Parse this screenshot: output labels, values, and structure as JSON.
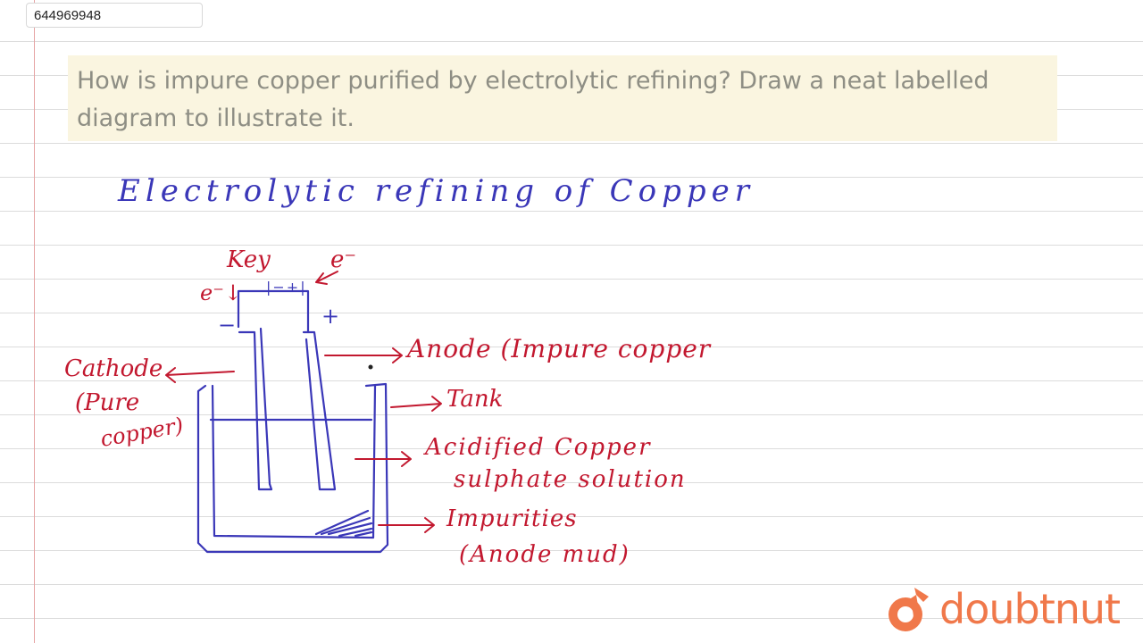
{
  "video_id": "644969948",
  "question": "How is impure copper purified by electrolytic refining? Draw a neat labelled diagram to illustrate it.",
  "notes": {
    "title": "Electrolytic refining of Copper",
    "key": "Key",
    "e_top": "e⁻",
    "e_left": "e⁻↓",
    "battery": "|−+|",
    "minus": "−",
    "plus": "+",
    "cathode": "Cathode",
    "pure": "(Pure",
    "copper": "copper)",
    "anode": "Anode (Impure copper",
    "tank": "Tank",
    "acidified": "Acidified Copper",
    "sulphate": "sulphate solution",
    "impurities": "Impurities",
    "anode_mud": "(Anode mud)"
  },
  "brand": {
    "name": "doubtnut",
    "color": "#f0784a"
  },
  "colors": {
    "ink_blue": "#3a37b8",
    "ink_red": "#c2182f",
    "question_bg": "#faf5e0"
  }
}
